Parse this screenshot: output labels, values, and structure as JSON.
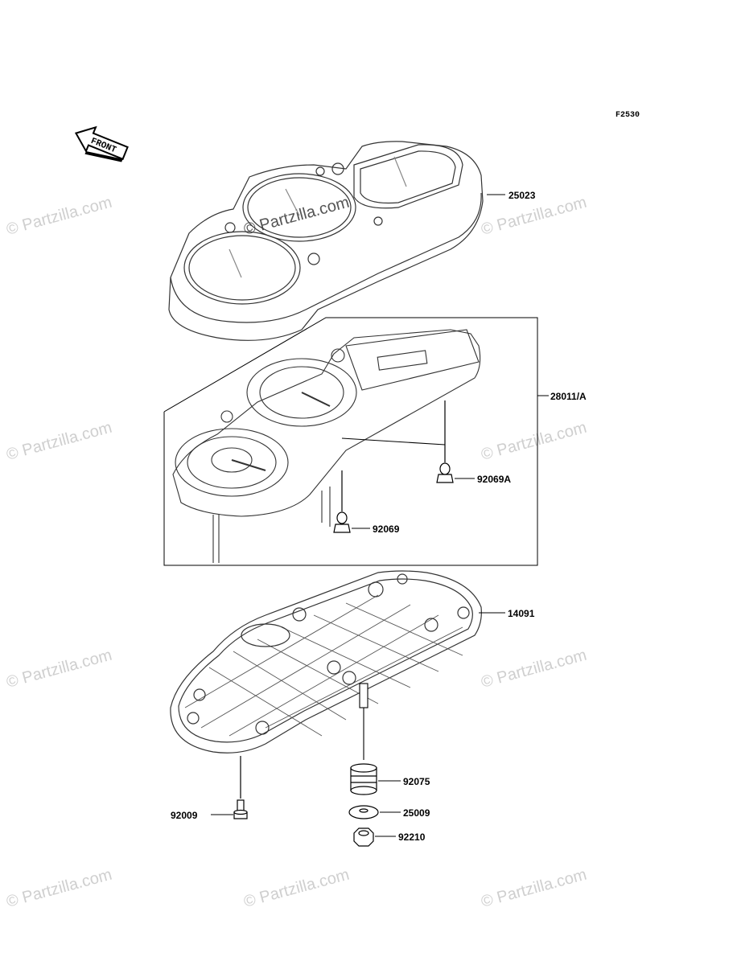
{
  "diagram": {
    "code": "F2530",
    "front_label": "FRONT",
    "watermark": "© Partzilla.com",
    "parts": [
      {
        "id": "25023"
      },
      {
        "id": "28011/A"
      },
      {
        "id": "92069A"
      },
      {
        "id": "92069"
      },
      {
        "id": "14091"
      },
      {
        "id": "92075"
      },
      {
        "id": "25009"
      },
      {
        "id": "92210"
      },
      {
        "id": "92009"
      }
    ]
  }
}
